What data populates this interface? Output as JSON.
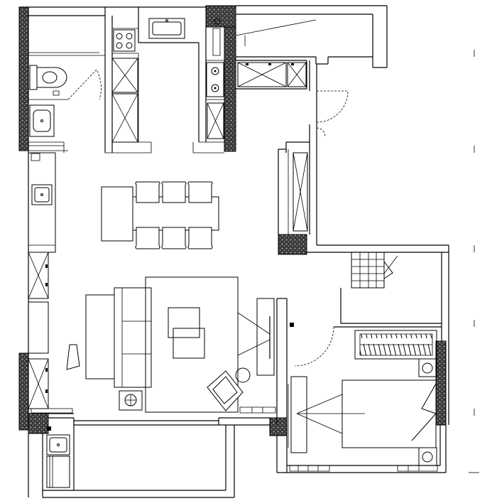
{
  "drawing": {
    "type": "architectural floor plan",
    "units": "px",
    "background": "#ffffff",
    "line_color": "#000000"
  },
  "rooms": [
    {
      "id": "bathroom"
    },
    {
      "id": "kitchen"
    },
    {
      "id": "dining"
    },
    {
      "id": "living"
    },
    {
      "id": "stair"
    },
    {
      "id": "bedroom"
    },
    {
      "id": "balcony"
    },
    {
      "id": "entry"
    }
  ]
}
